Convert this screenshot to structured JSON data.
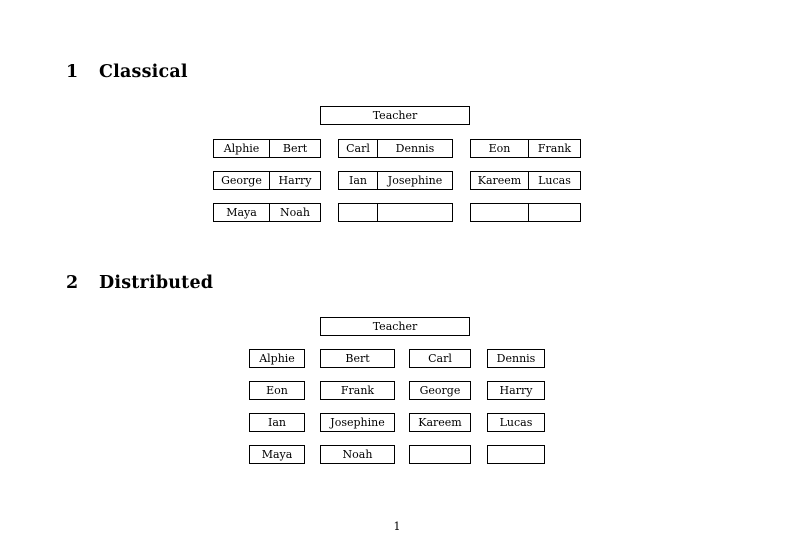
{
  "document": {
    "page_number": "1"
  },
  "sections": [
    {
      "number": "1",
      "title": "Classical",
      "teacher_label": "Teacher",
      "layout": "paired-cells",
      "groups": [
        {
          "name": "left-group",
          "rows": [
            {
              "left": "Alphie",
              "right": "Bert"
            },
            {
              "left": "George",
              "right": "Harry"
            },
            {
              "left": "Maya",
              "right": "Noah"
            }
          ]
        },
        {
          "name": "middle-group",
          "rows": [
            {
              "left": "Carl",
              "right": "Dennis"
            },
            {
              "left": "Ian",
              "right": "Josephine"
            },
            {
              "left": "",
              "right": ""
            }
          ]
        },
        {
          "name": "right-group",
          "rows": [
            {
              "left": "Eon",
              "right": "Frank"
            },
            {
              "left": "Kareem",
              "right": "Lucas"
            },
            {
              "left": "",
              "right": ""
            }
          ]
        }
      ]
    },
    {
      "number": "2",
      "title": "Distributed",
      "teacher_label": "Teacher",
      "layout": "individual-cells",
      "rows": [
        [
          "Alphie",
          "Bert",
          "Carl",
          "Dennis"
        ],
        [
          "Eon",
          "Frank",
          "George",
          "Harry"
        ],
        [
          "Ian",
          "Josephine",
          "Kareem",
          "Lucas"
        ],
        [
          "Maya",
          "Noah",
          "",
          ""
        ]
      ]
    }
  ]
}
